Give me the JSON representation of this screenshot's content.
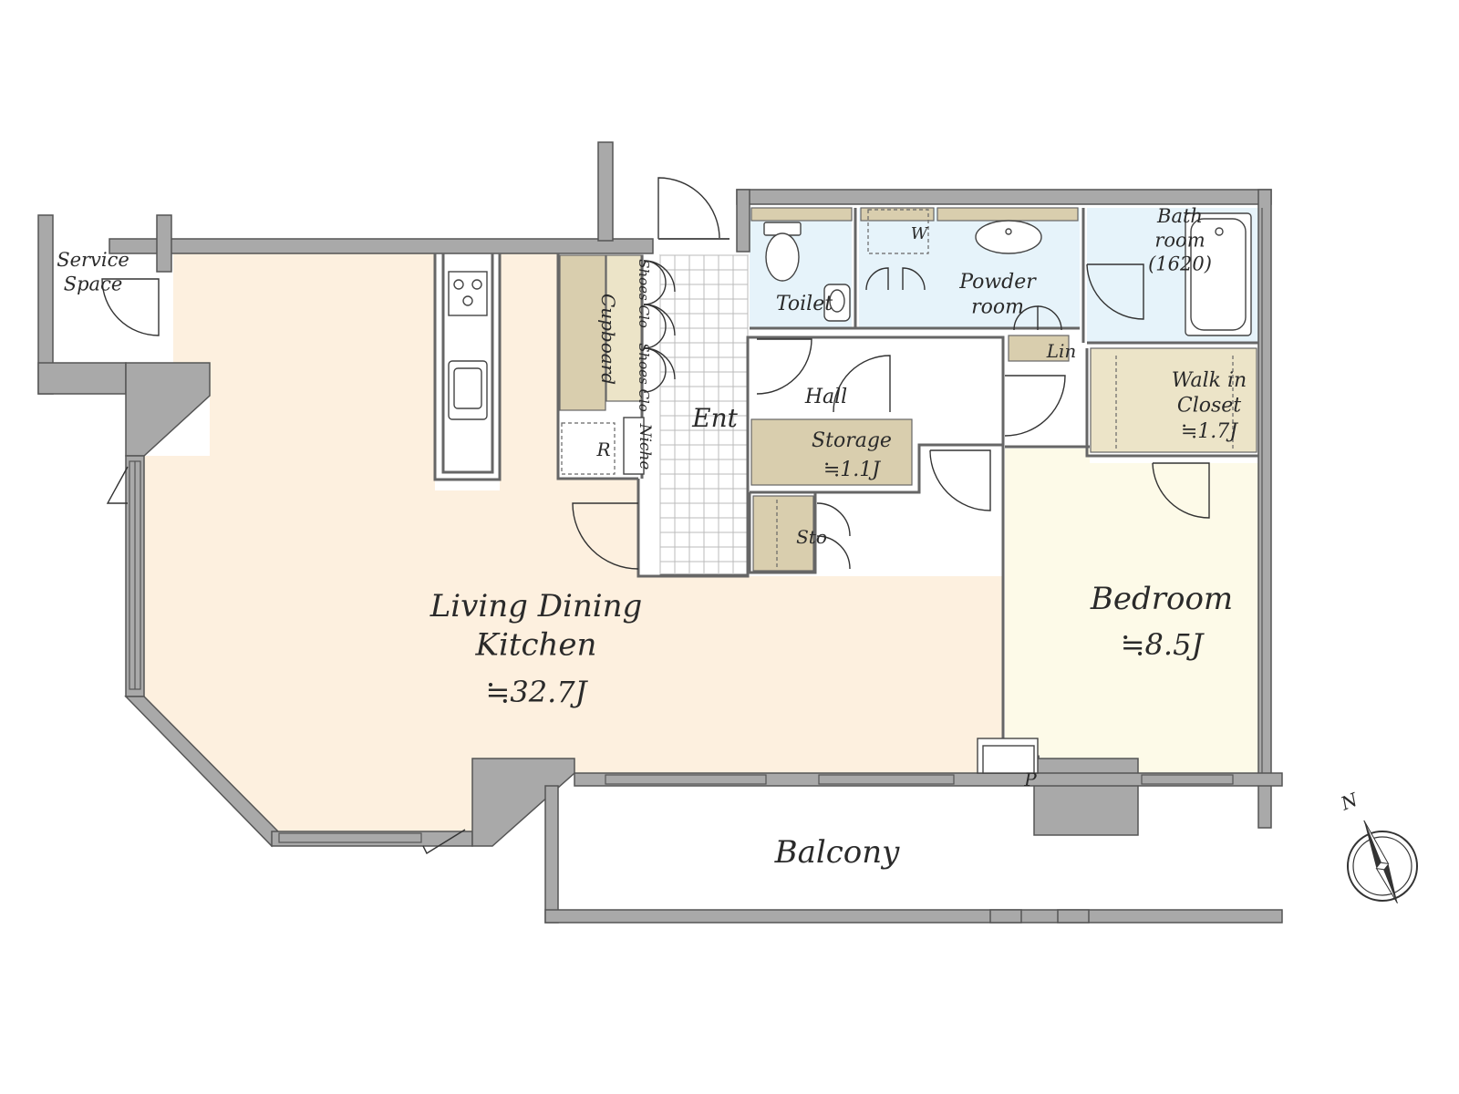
{
  "colors": {
    "ldk_floor": "#fdf0df",
    "bedroom_floor": "#fdfae8",
    "wet_area": "#e6f3fa",
    "storage": "#d9ceae",
    "storage_light": "#ece4c8",
    "wall": "#a9a9a9",
    "entrance_tile": "#ffffff"
  },
  "rooms": {
    "service_space": "Service\nSpace",
    "ldk": "Living Dining\nKitchen",
    "ldk_size": "≒32.7J",
    "bedroom": "Bedroom",
    "bedroom_size": "≒8.5J",
    "balcony": "Balcony",
    "toilet": "Toilet",
    "powder_room": "Powder\nroom",
    "washer": "W",
    "bathroom": "Bath\nroom\n(1620)",
    "walk_in_closet": "Walk in\nCloset",
    "walk_in_closet_size": "≒1.7J",
    "linen": "Lin",
    "hall": "Hall",
    "storage": "Storage",
    "storage_size": "≒1.1J",
    "sto": "Sto",
    "entrance": "Ent",
    "cupboard": "Cupboard",
    "shoes_closet_1": "Shoes Clo",
    "shoes_closet_2": "Shoes Clo",
    "niche": "Niche",
    "refrigerator": "R",
    "pipe_space": "P"
  },
  "compass": {
    "north_label": "N",
    "icon": "north-arrow-icon"
  }
}
